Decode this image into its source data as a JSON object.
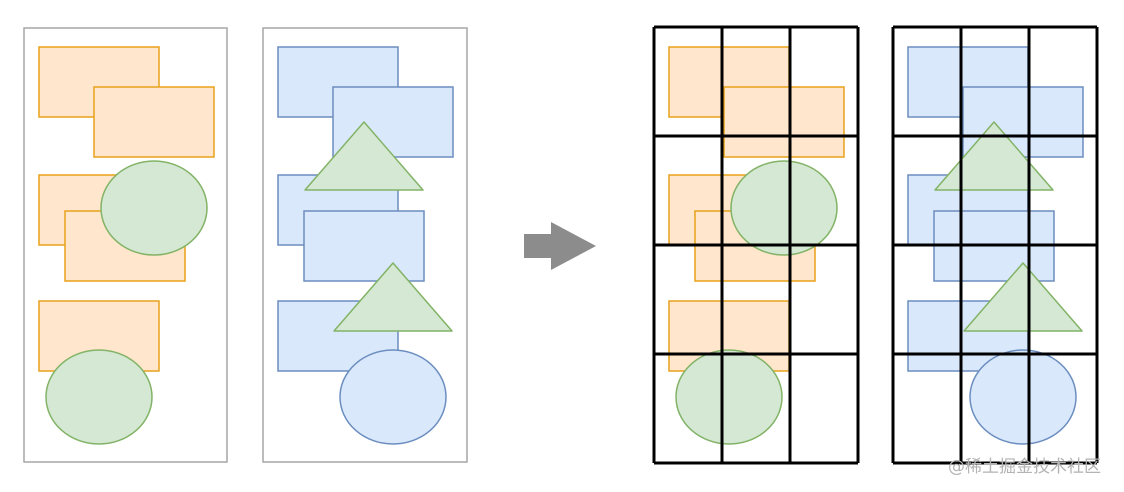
{
  "colors": {
    "orange_fill": "#FFE6CC",
    "orange_stroke": "#E8A21A",
    "blue_fill": "#DAE8FC",
    "blue_stroke": "#6C8EBF",
    "green_fill": "#D5E8D4",
    "green_stroke": "#82B366",
    "panel_stroke": "#A6A6A6",
    "arrow_fill": "#8C8C8C",
    "grid_stroke": "#000000",
    "watermark": "#B3B3B3"
  },
  "panels": [
    {
      "name": "left-orange-panel",
      "shapes": [
        {
          "name": "orange-rectangle",
          "kind": "rect",
          "color": "orange"
        },
        {
          "name": "orange-rectangle",
          "kind": "rect",
          "color": "orange"
        },
        {
          "name": "orange-rectangle",
          "kind": "rect",
          "color": "orange"
        },
        {
          "name": "orange-rectangle",
          "kind": "rect",
          "color": "orange"
        },
        {
          "name": "green-ellipse",
          "kind": "ellipse",
          "color": "green"
        },
        {
          "name": "orange-rectangle",
          "kind": "rect",
          "color": "orange"
        },
        {
          "name": "green-ellipse",
          "kind": "ellipse",
          "color": "green"
        }
      ]
    },
    {
      "name": "left-blue-panel",
      "shapes": [
        {
          "name": "blue-rectangle",
          "kind": "rect",
          "color": "blue"
        },
        {
          "name": "blue-rectangle",
          "kind": "rect",
          "color": "blue"
        },
        {
          "name": "blue-rectangle",
          "kind": "rect",
          "color": "blue"
        },
        {
          "name": "green-triangle",
          "kind": "triangle",
          "color": "green"
        },
        {
          "name": "blue-rectangle",
          "kind": "rect",
          "color": "blue"
        },
        {
          "name": "blue-rectangle",
          "kind": "rect",
          "color": "blue"
        },
        {
          "name": "green-triangle",
          "kind": "triangle",
          "color": "green"
        },
        {
          "name": "blue-ellipse",
          "kind": "ellipse",
          "color": "blue"
        }
      ]
    }
  ],
  "grid": {
    "columns": 3,
    "rows": 4
  },
  "watermark": "@稀土掘金技术社区"
}
